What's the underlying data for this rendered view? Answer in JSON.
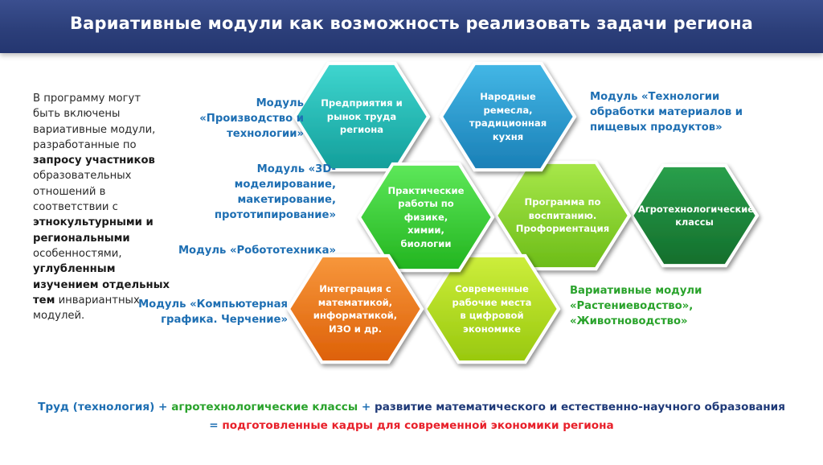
{
  "title": "Вариативные модули как возможность реализовать задачи региона",
  "intro": {
    "t1": "В программу могут быть включены вариативные модули, разработанные по ",
    "b1": "запросу участников",
    "t2": " образовательных отношений в соответствии с ",
    "b2": "этнокультурными и региональными",
    "t3": " особенностями, ",
    "b3": "углубленным изучением отдельных тем",
    "t4": " инвариантных модулей."
  },
  "hexes": [
    {
      "id": "enterprises",
      "lines": [
        "Предприятия и",
        "рынок труда",
        "региона"
      ],
      "color": "#1fbfb8"
    },
    {
      "id": "crafts",
      "lines": [
        "Народные",
        "ремесла,",
        "традиционная",
        "кухня"
      ],
      "color": "#2a9fd0"
    },
    {
      "id": "practical",
      "lines": [
        "Практические",
        "работы по",
        "физике,",
        "химии,",
        "биологии"
      ],
      "color": "#3ed43a"
    },
    {
      "id": "upbringing",
      "lines": [
        "Программа по",
        "воспитанию.",
        "Профориентация"
      ],
      "color": "#8ed82a"
    },
    {
      "id": "agro",
      "lines": [
        "Агротехнологические",
        "классы"
      ],
      "color": "#1c8a3a"
    },
    {
      "id": "integration",
      "lines": [
        "Интеграция с",
        "математикой,",
        "информатикой,",
        "ИЗО и др."
      ],
      "color": "#f07a1a"
    },
    {
      "id": "workplaces",
      "lines": [
        "Современные",
        "рабочие места",
        "в цифровой",
        "экономике"
      ],
      "color": "#b6e01e"
    }
  ],
  "labels": {
    "production": [
      "Модуль",
      "«Производство и",
      "технологии»"
    ],
    "d3": [
      "Модуль «3D-",
      "моделирование,",
      "макетирование,",
      "прототипирование»"
    ],
    "robotics": [
      "Модуль «Робототехника»"
    ],
    "graphics": [
      "Модуль «Компьютерная",
      "графика. Черчение»"
    ],
    "materials": [
      "Модуль «Технологии",
      "обработки материалов и",
      "пищевых продуктов»"
    ],
    "variative": [
      "Вариативные модули",
      "«Растениеводство»,",
      "«Животноводство»"
    ]
  },
  "formula": {
    "p1": "Труд (технология)",
    "plus1": " + ",
    "p2": "агротехнологические классы",
    "plus2": " + ",
    "p3": "развитие математического и естественно-научного образования",
    "eq": "= ",
    "p4": "подготовленные кадры для современной экономики региона"
  }
}
